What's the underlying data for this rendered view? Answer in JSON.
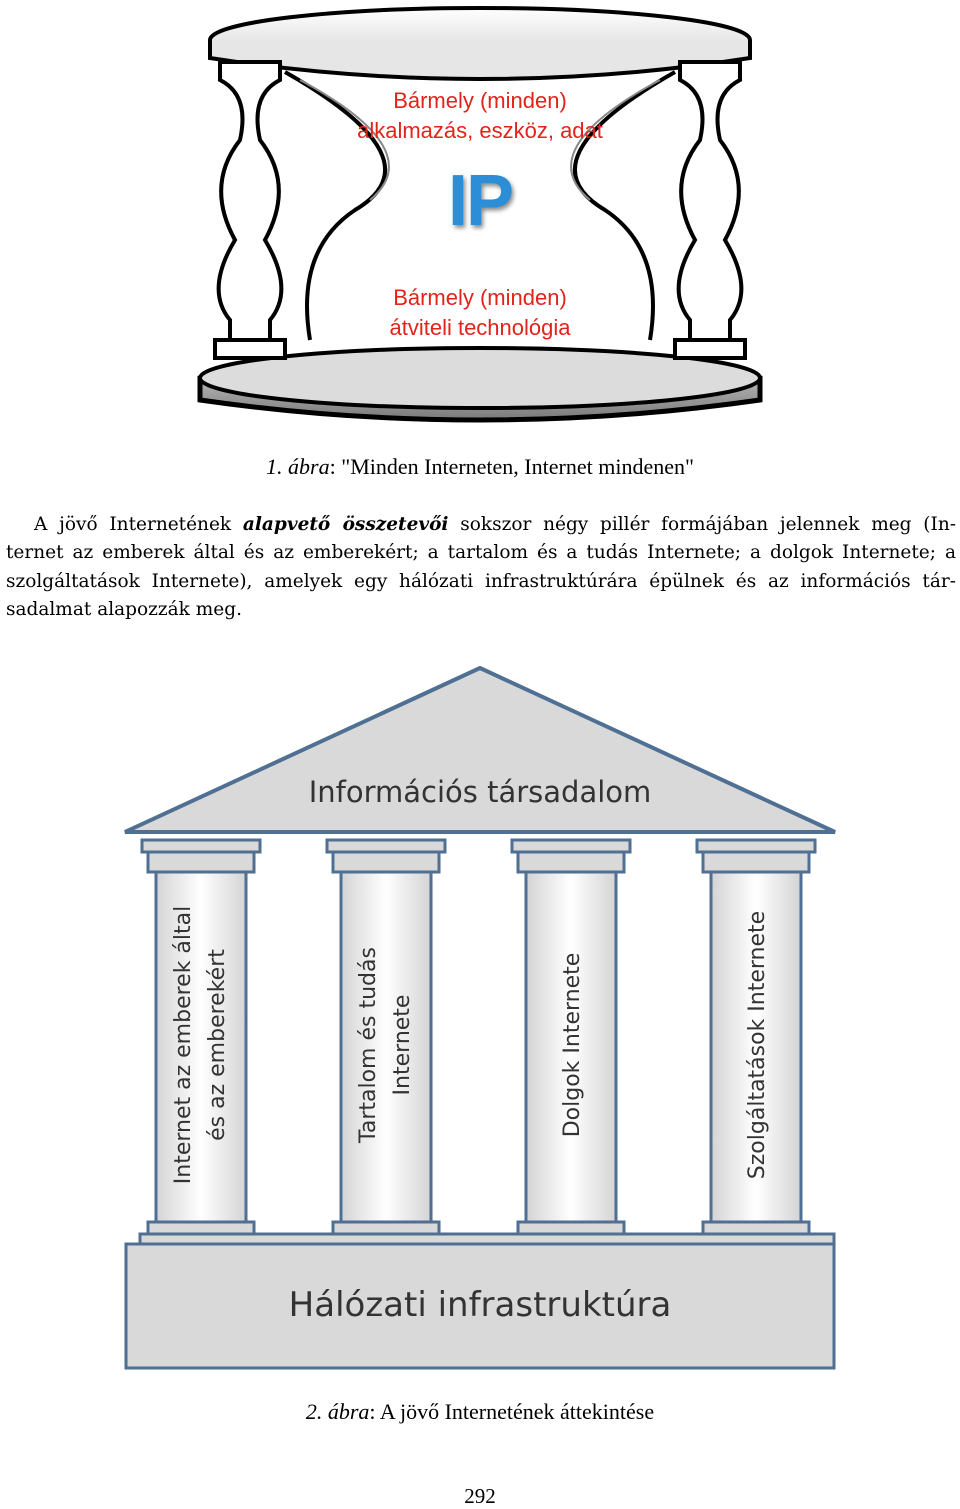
{
  "figure1": {
    "top_line1": "Bármely (minden)",
    "top_line2": "alkalmazás, eszköz, adat",
    "center": "IP",
    "bottom_line1": "Bármely (minden)",
    "bottom_line2": "átviteli technológia"
  },
  "caption1": {
    "number": "1. ábra",
    "text": ": \"Minden Interneten, Internet mindenen\""
  },
  "paragraph": {
    "l1_a": "A jövő Internetének ",
    "l1_em": "alapvető összetevői",
    "l1_b": " sokszor négy pillér formájában jelennek meg (In-",
    "l2": "ternet az emberek által és az emberekért; a tartalom és a tudás Internete; a dolgok Internete; a",
    "l3": "szolgáltatások Internete), amelyek egy hálózati infrastruktúrára épülnek és az információs tár-",
    "l4": "sadalmat alapozzák meg."
  },
  "figure2": {
    "roof": "Információs társadalom",
    "pillar1_line1": "Internet az emberek által",
    "pillar1_line2": "és az emberekért",
    "pillar2_line1": "Tartalom és tudás",
    "pillar2_line2": "Internete",
    "pillar3": "Dolgok Internete",
    "pillar4": "Szolgáltatások Internete",
    "base": "Hálózati infrastruktúra"
  },
  "caption2": {
    "number": "2. ábra",
    "text": ": A jövő Internetének áttekintése"
  },
  "page_number": "292"
}
